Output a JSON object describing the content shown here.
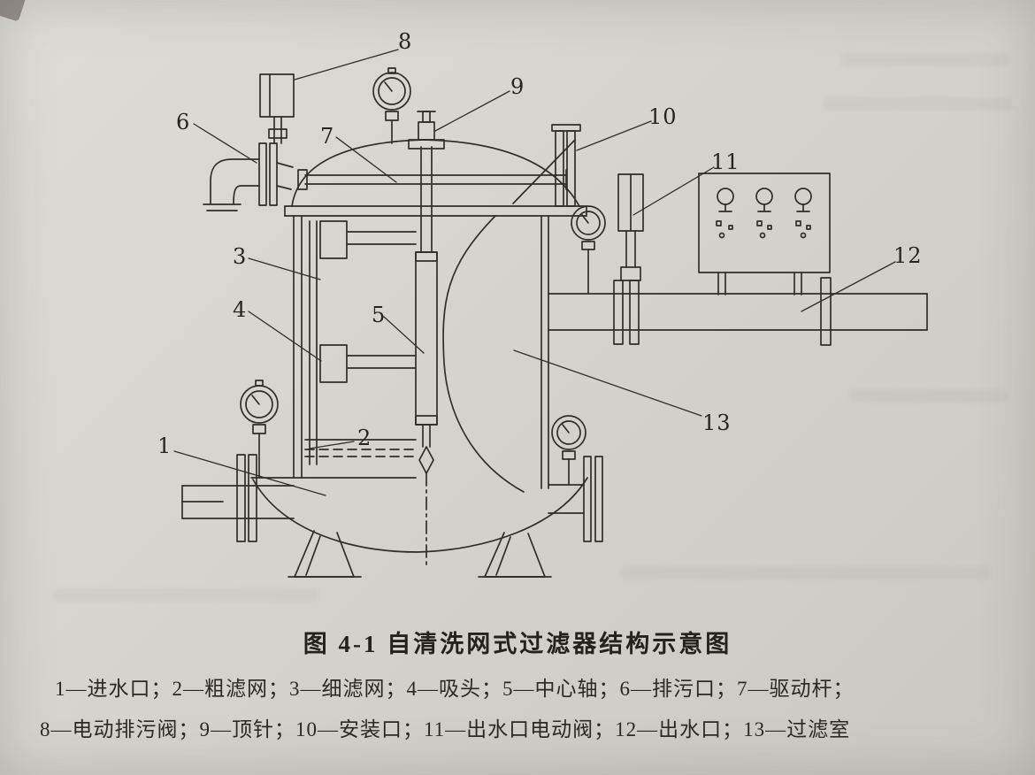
{
  "figure": {
    "caption": "图 4-1  自清洗网式过滤器结构示意图",
    "legend_line1": "1—进水口；2—粗滤网；3—细滤网；4—吸头；5—中心轴；6—排污口；7—驱动杆；",
    "legend_line2": "8—电动排污阀；9—顶针；10—安装口；11—出水口电动阀；12—出水口；13—过滤室",
    "callouts": [
      "1",
      "2",
      "3",
      "4",
      "5",
      "6",
      "7",
      "8",
      "9",
      "10",
      "11",
      "12",
      "13"
    ]
  },
  "colors": {
    "paper": "#d6d3ce",
    "ink": "#2f2e2b"
  }
}
